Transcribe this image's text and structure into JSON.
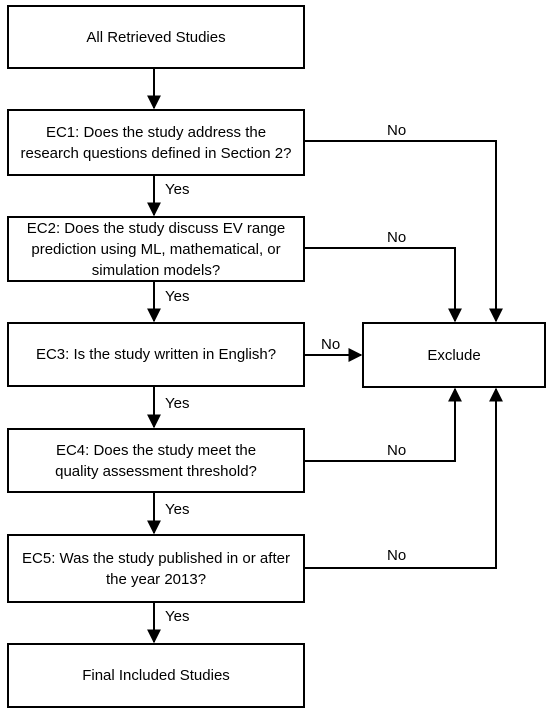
{
  "nodes": {
    "start": "All Retrieved Studies",
    "ec1": "EC1: Does the study address the research questions defined in Section 2?",
    "ec2": "EC2: Does the study discuss EV range prediction using ML, mathematical, or simulation models?",
    "ec3": "EC3: Is the study written in English?",
    "ec4": "EC4: Does the study meet the quality assessment threshold?",
    "ec5": "EC5: Was the study published in or after the year 2013?",
    "final": "Final Included Studies",
    "exclude": "Exclude"
  },
  "edge_labels": {
    "yes": "Yes",
    "no": "No"
  }
}
